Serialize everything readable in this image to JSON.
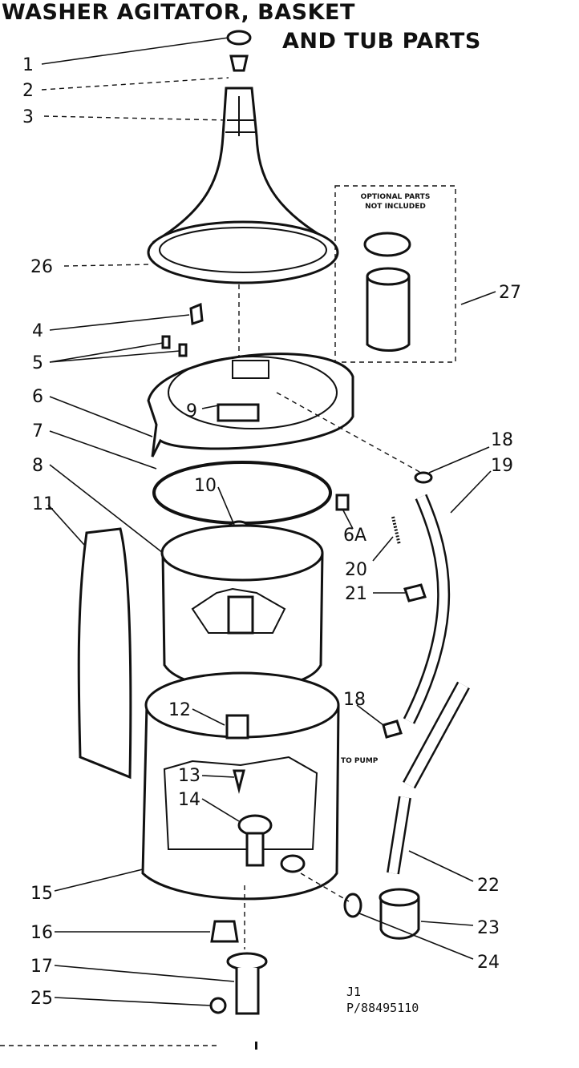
{
  "title": {
    "line1": "WASHER AGITATOR, BASKET",
    "line2": "AND TUB PARTS"
  },
  "optional_box": {
    "line1": "OPTIONAL PARTS",
    "line2": "NOT INCLUDED"
  },
  "callouts": {
    "c1": "1",
    "c2": "2",
    "c3": "3",
    "c26": "26",
    "c4": "4",
    "c5": "5",
    "c6": "6",
    "c7": "7",
    "c8": "8",
    "c11": "11",
    "c9": "9",
    "c10": "10",
    "c12": "12",
    "c13": "13",
    "c14": "14",
    "c15": "15",
    "c16": "16",
    "c17": "17",
    "c25": "25",
    "c27": "27",
    "c18a": "18",
    "c19": "19",
    "c6a": "6A",
    "c20": "20",
    "c21": "21",
    "c18b": "18",
    "c22": "22",
    "c23": "23",
    "c24": "24"
  },
  "to_pump": "TO PUMP",
  "footer": {
    "code": "J1",
    "part_number": "P/88495110"
  }
}
